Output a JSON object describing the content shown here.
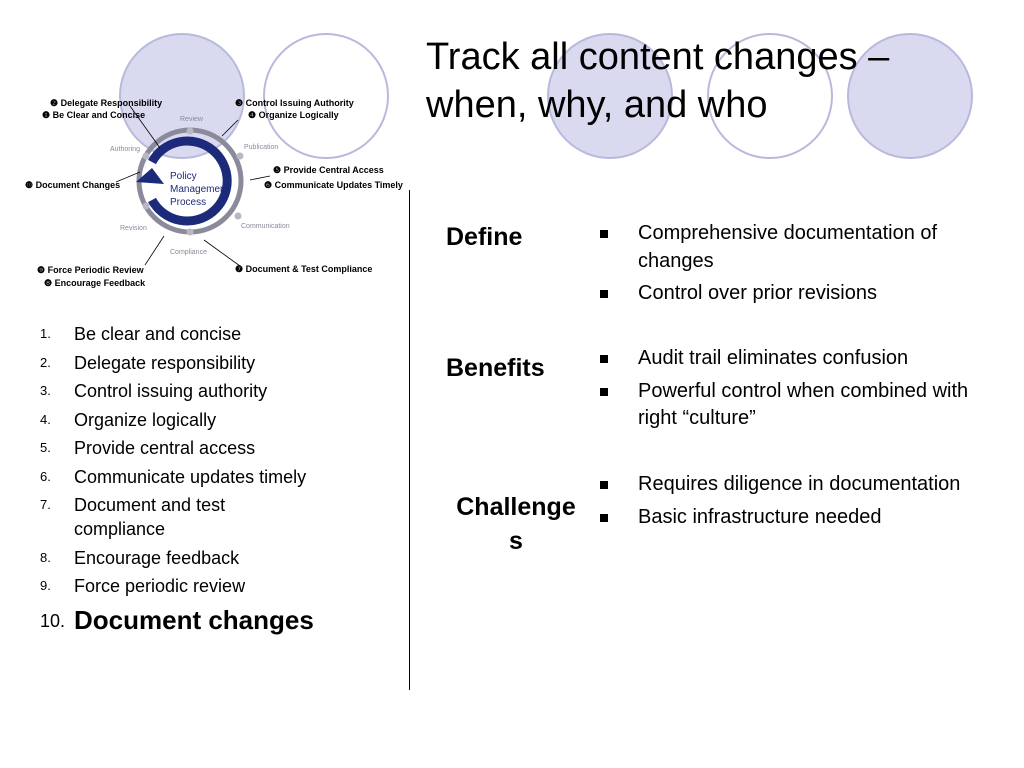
{
  "colors": {
    "circle_fill": "#d9d9f0",
    "circle_stroke": "#b9b9dc",
    "arrow": "#1c2a7a",
    "ring": "#8a8a9a"
  },
  "title": {
    "line1": "Track all content changes –",
    "line2": "when, why, and who"
  },
  "diagram": {
    "center": {
      "line1": "Policy",
      "line2": "Management",
      "line3": "Process"
    },
    "stages": {
      "review": "Review",
      "publication": "Publication",
      "authoring": "Authoring",
      "revision": "Revision",
      "compliance": "Compliance",
      "communication": "Communication"
    },
    "callouts": {
      "c2": "❷ Delegate Responsibility",
      "c1": "❶ Be Clear and Concise",
      "c3": "❸ Control Issuing Authority",
      "c4": "❹ Organize Logically",
      "c5": "❺ Provide Central Access",
      "c6": "❻ Communicate Updates Timely",
      "c10": "❿ Document Changes",
      "c7": "❼ Document & Test Compliance",
      "c9": "❾ Force Periodic Review",
      "c8": "❽ Encourage Feedback"
    }
  },
  "list": [
    {
      "num": "1.",
      "text": "Be clear and concise"
    },
    {
      "num": "2.",
      "text": "Delegate responsibility"
    },
    {
      "num": "3.",
      "text": "Control issuing authority"
    },
    {
      "num": "4.",
      "text": "Organize logically"
    },
    {
      "num": "5.",
      "text": "Provide central access"
    },
    {
      "num": "6.",
      "text": "Communicate updates timely"
    },
    {
      "num": "7.",
      "text": "Document and test compliance"
    },
    {
      "num": "8.",
      "text": "Encourage feedback"
    },
    {
      "num": "9.",
      "text": "Force periodic review"
    },
    {
      "num": "10.",
      "text": "Document changes"
    }
  ],
  "sections": [
    {
      "label": "Define",
      "bullets": [
        "Comprehensive documentation of changes",
        "Control over prior revisions"
      ]
    },
    {
      "label": "Benefits",
      "bullets": [
        "Audit trail eliminates confusion",
        "Powerful control when combined with right “culture”"
      ]
    },
    {
      "label_line1": "Challenge",
      "label_line2": "s",
      "bullets": [
        "Requires diligence in documentation",
        "Basic infrastructure needed"
      ]
    }
  ]
}
